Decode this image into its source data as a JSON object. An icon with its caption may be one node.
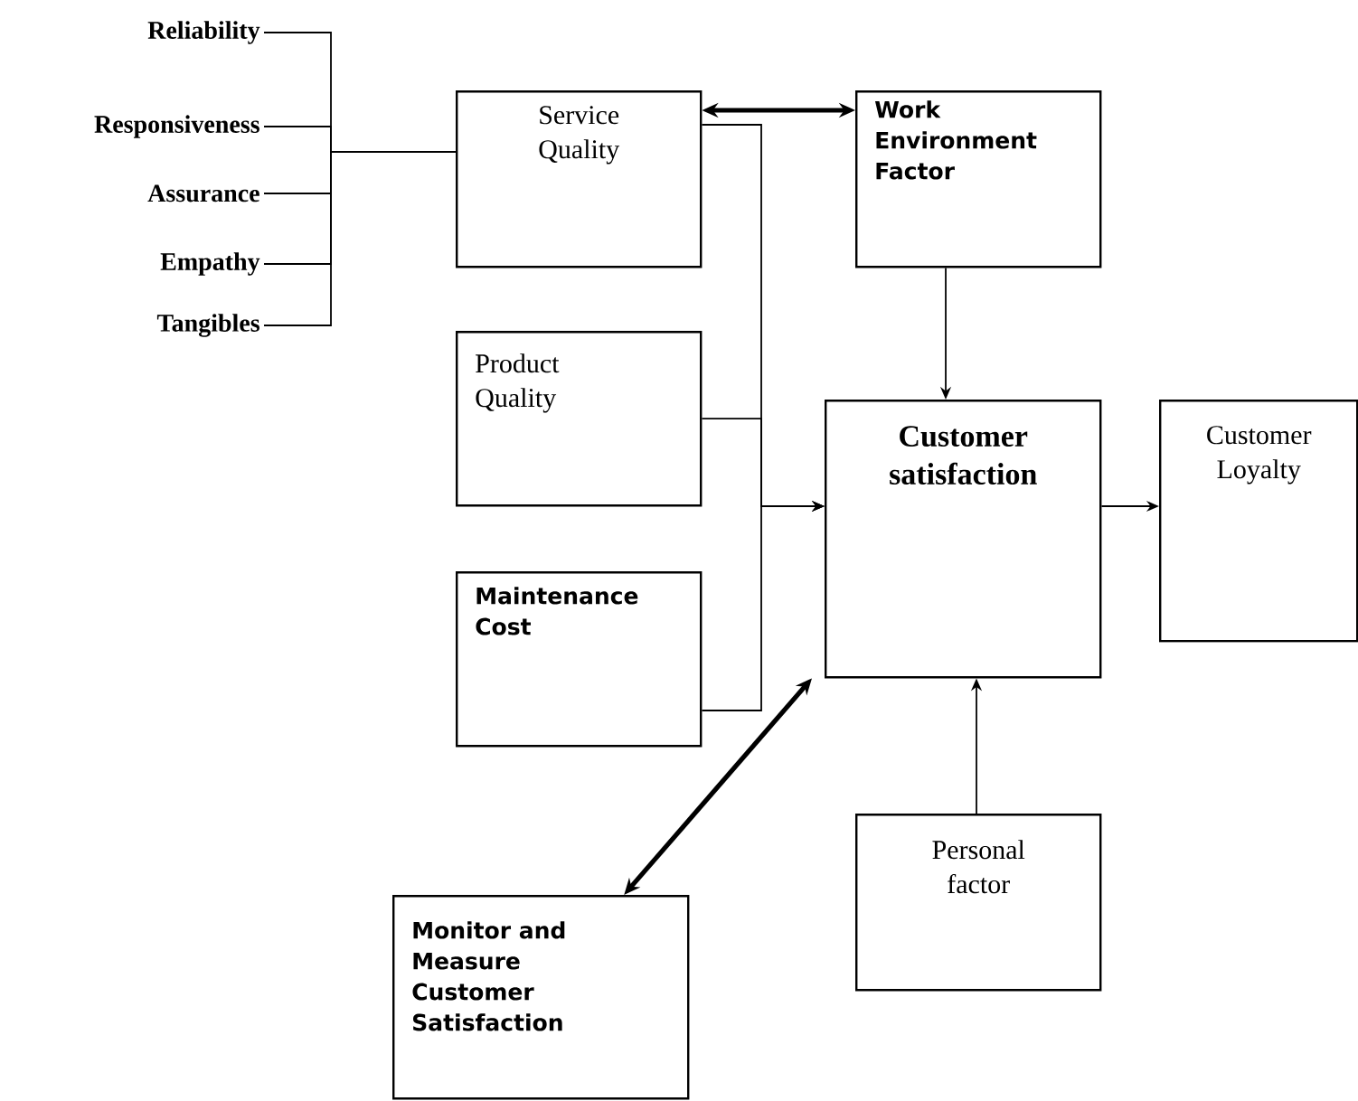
{
  "diagram": {
    "nodes": [
      {
        "text": [
          "Reliability"
        ]
      },
      {
        "text": [
          "Responsiveness"
        ]
      },
      {
        "text": [
          "Assurance"
        ]
      },
      {
        "text": [
          "Empathy"
        ]
      },
      {
        "text": [
          "Tangibles"
        ]
      },
      {
        "text": [
          "Service Quality"
        ]
      },
      {
        "text": [
          "Work Environment Factor"
        ]
      },
      {
        "text": [
          "Product Quality"
        ]
      },
      {
        "text": [
          "Customer satisfaction"
        ]
      },
      {
        "text": [
          "Customer Loyalty"
        ]
      },
      {
        "text": [
          "Maintenance Cost"
        ]
      },
      {
        "text": [
          "Personal factor"
        ]
      },
      {
        "text": [
          "Monitor and Measure Customer Satisfaction"
        ]
      }
    ],
    "edges": [
      {
        "from": 0,
        "to": 5,
        "arrow": "none"
      },
      {
        "from": 1,
        "to": 5,
        "arrow": "none"
      },
      {
        "from": 2,
        "to": 5,
        "arrow": "none"
      },
      {
        "from": 3,
        "to": 5,
        "arrow": "none"
      },
      {
        "from": 4,
        "to": 5,
        "arrow": "none"
      },
      {
        "from": 5,
        "to": 6,
        "arrow": "both",
        "style": "thick"
      },
      {
        "from": 5,
        "to": 8,
        "arrow": "to"
      },
      {
        "from": 7,
        "to": 8,
        "arrow": "to"
      },
      {
        "from": 10,
        "to": 8,
        "arrow": "to"
      },
      {
        "from": 6,
        "to": 8,
        "arrow": "to"
      },
      {
        "from": 8,
        "to": 9,
        "arrow": "to"
      },
      {
        "from": 11,
        "to": 8,
        "arrow": "to"
      },
      {
        "from": 12,
        "to": 8,
        "arrow": "both",
        "style": "thick"
      }
    ]
  }
}
